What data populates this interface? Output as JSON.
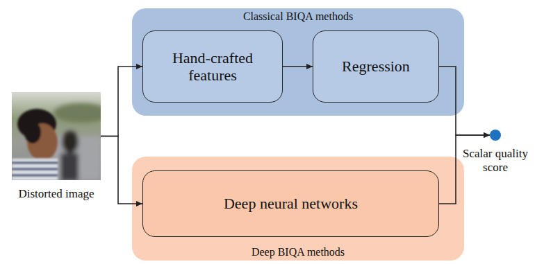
{
  "diagram": {
    "nodes": [
      {
        "text": [
          "Distorted image"
        ]
      },
      {
        "text": [
          "Classical BIQA methods"
        ]
      },
      {
        "text": [
          "Hand-crafted features"
        ],
        "in": 1
      },
      {
        "text": [
          "Regression"
        ],
        "in": 1
      },
      {
        "text": [
          "Deep BIQA methods"
        ]
      },
      {
        "text": [
          "Deep neural networks"
        ],
        "in": 4
      },
      {
        "text": [
          "Scalar quality score"
        ]
      }
    ],
    "edges": [
      {
        "from": 0,
        "to": 2,
        "arrow": "to"
      },
      {
        "from": 2,
        "to": 3,
        "arrow": "to"
      },
      {
        "from": 3,
        "to": 6,
        "arrow": "to"
      },
      {
        "from": 0,
        "to": 5,
        "arrow": "to"
      },
      {
        "from": 5,
        "to": 6,
        "arrow": "to"
      }
    ]
  }
}
